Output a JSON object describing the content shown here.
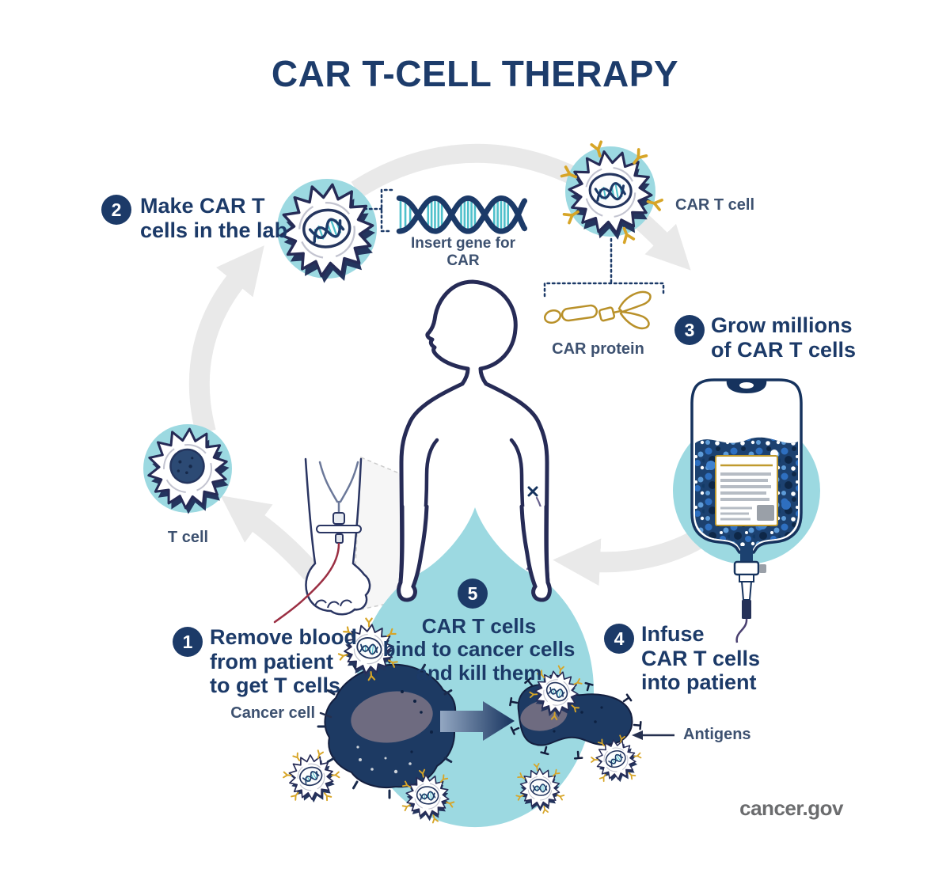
{
  "title": "CAR T-CELL THERAPY",
  "source": "cancer.gov",
  "steps": {
    "s1": {
      "num": "1",
      "label": "Remove blood\nfrom patient\nto get T cells"
    },
    "s2": {
      "num": "2",
      "label": "Make CAR T\ncells in the lab"
    },
    "s3": {
      "num": "3",
      "label": "Grow millions\nof CAR T cells"
    },
    "s4": {
      "num": "4",
      "label": "Infuse\nCAR T cells\ninto patient"
    },
    "s5": {
      "num": "5",
      "label": "CAR T cells\nbind to cancer cells\nand kill them"
    }
  },
  "labels": {
    "insert_gene": "Insert gene for CAR",
    "car_t_cell": "CAR T cell",
    "car_protein": "CAR protein",
    "t_cell": "T cell",
    "cancer_cell": "Cancer cell",
    "antigens": "Antigens"
  },
  "colors": {
    "navy": "#1c3a68",
    "outline": "#262b56",
    "teal": "#9cd9e1",
    "gold": "#c39a2b",
    "receptor_gold": "#d7a527",
    "arrow_gray": "#e9e9e9",
    "dna_rung": "#4fc0cb",
    "cell_fill": "#1d3a63",
    "source_gray": "#6b6c6e"
  }
}
